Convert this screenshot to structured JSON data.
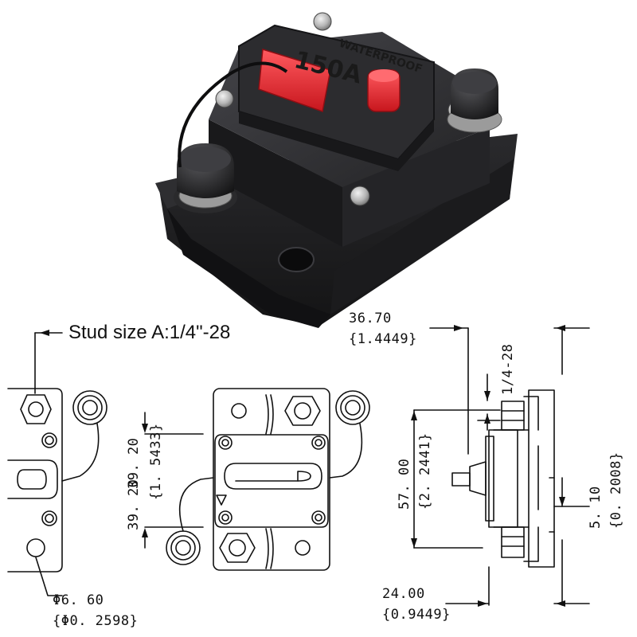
{
  "product": {
    "rating_label": "150A",
    "waterproof_label": "WATERPROOF"
  },
  "drawing": {
    "stud_size": "Stud size A:1/4\"-28",
    "top_width": "36.70",
    "top_width_in": "{1.4449}",
    "thread": "1/4-28",
    "height_a": "39. 20",
    "height_a_in": "{1. 5433}",
    "height_a_short": "39. 20",
    "body_height": "57. 00",
    "body_height_in": "{2. 2441}",
    "side_gap": "5. 10",
    "side_gap_in": "{0. 2008}",
    "depth": "24.00",
    "depth_in": "{0.9449}",
    "hole_dia": "Φ6. 60",
    "hole_dia_in": "{Φ0. 2598}"
  },
  "colors": {
    "body": "#1f1f21",
    "body_highlight": "#3a3a3d",
    "reset_button": "#e8242c",
    "line": "#111111"
  }
}
